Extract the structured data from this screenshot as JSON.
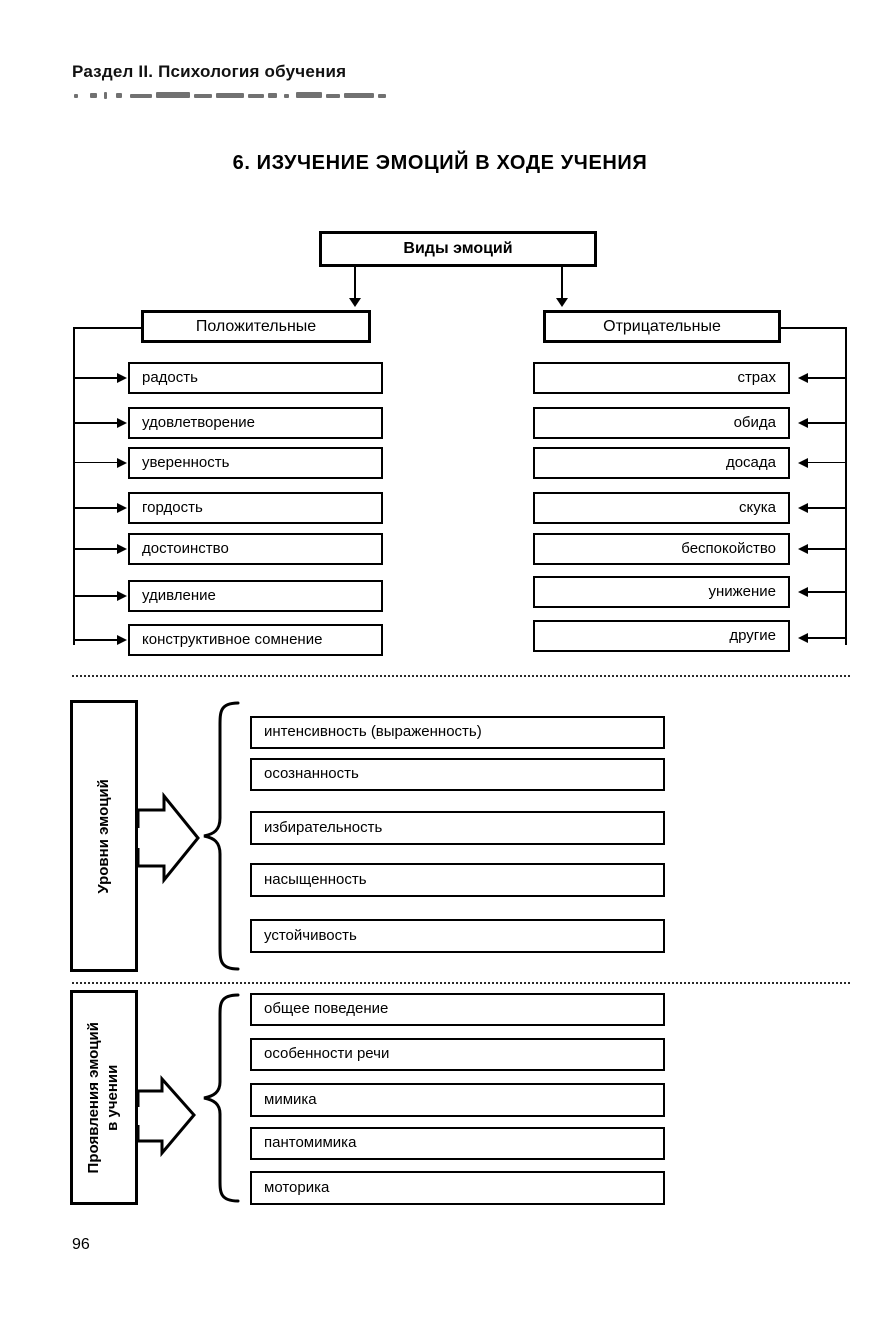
{
  "header": {
    "running_head": "Раздел II. Психология обучения",
    "title": "6. ИЗУЧЕНИЕ ЭМОЦИЙ В ХОДЕ УЧЕНИЯ",
    "folio": "96"
  },
  "diagram_emotion_types": {
    "root": "Виды эмоций",
    "positive": {
      "heading": "Положительные",
      "items": [
        "радость",
        "удовлетворение",
        "уверенность",
        "гордость",
        "достоинство",
        "удивление",
        "конструктивное сомнение"
      ]
    },
    "negative": {
      "heading": "Отрицательные",
      "items": [
        "страх",
        "обида",
        "досада",
        "скука",
        "беспокойство",
        "унижение",
        "другие"
      ]
    }
  },
  "diagram_emotion_levels": {
    "heading": "Уровни эмоций",
    "items": [
      "интенсивность (выраженность)",
      "осознанность",
      "избирательность",
      "насыщенность",
      "устойчивость"
    ]
  },
  "diagram_emotion_manifestations": {
    "heading_line1": "Проявления эмоций",
    "heading_line2": "в учении",
    "items": [
      "общее поведение",
      "особенности речи",
      "мимика",
      "пантомимика",
      "моторика"
    ]
  }
}
